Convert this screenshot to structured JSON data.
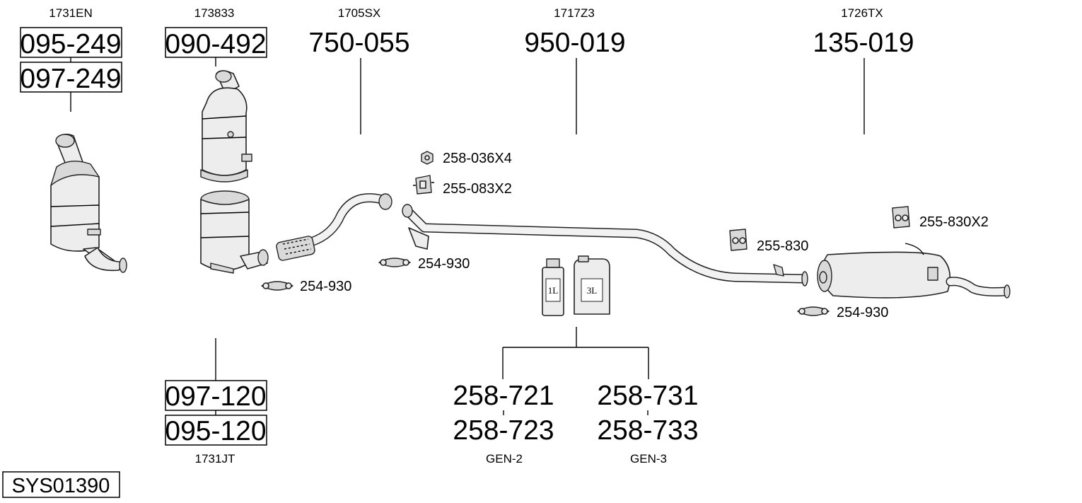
{
  "oem_refs": {
    "cat1": "1731EN",
    "dpf_top": "173833",
    "front_pipe": "1705SX",
    "mid_pipe": "1717Z3",
    "rear_silencer": "1726TX",
    "dpf_bottom": "1731JT",
    "gen2": "GEN-2",
    "gen3": "GEN-3"
  },
  "part_numbers": {
    "cat1_a": "095-249",
    "cat1_b": "097-249",
    "dpf_top": "090-492",
    "front_pipe": "750-055",
    "mid_pipe": "950-019",
    "rear_silencer": "135-019",
    "dpf_bottom_a": "097-120",
    "dpf_bottom_b": "095-120",
    "additive_1l_a": "258-721",
    "additive_1l_b": "258-723",
    "additive_3l_a": "258-731",
    "additive_3l_b": "258-733"
  },
  "accessories": {
    "nut": "258-036X4",
    "bracket": "255-083X2",
    "clamp_dpf": "254-930",
    "clamp_front": "254-930",
    "clamp_rear": "254-930",
    "rubber_mid": "255-830",
    "rubber_rear": "255-830X2"
  },
  "canisters": {
    "small": "1L",
    "large": "3L"
  },
  "system_code": "SYS01390"
}
